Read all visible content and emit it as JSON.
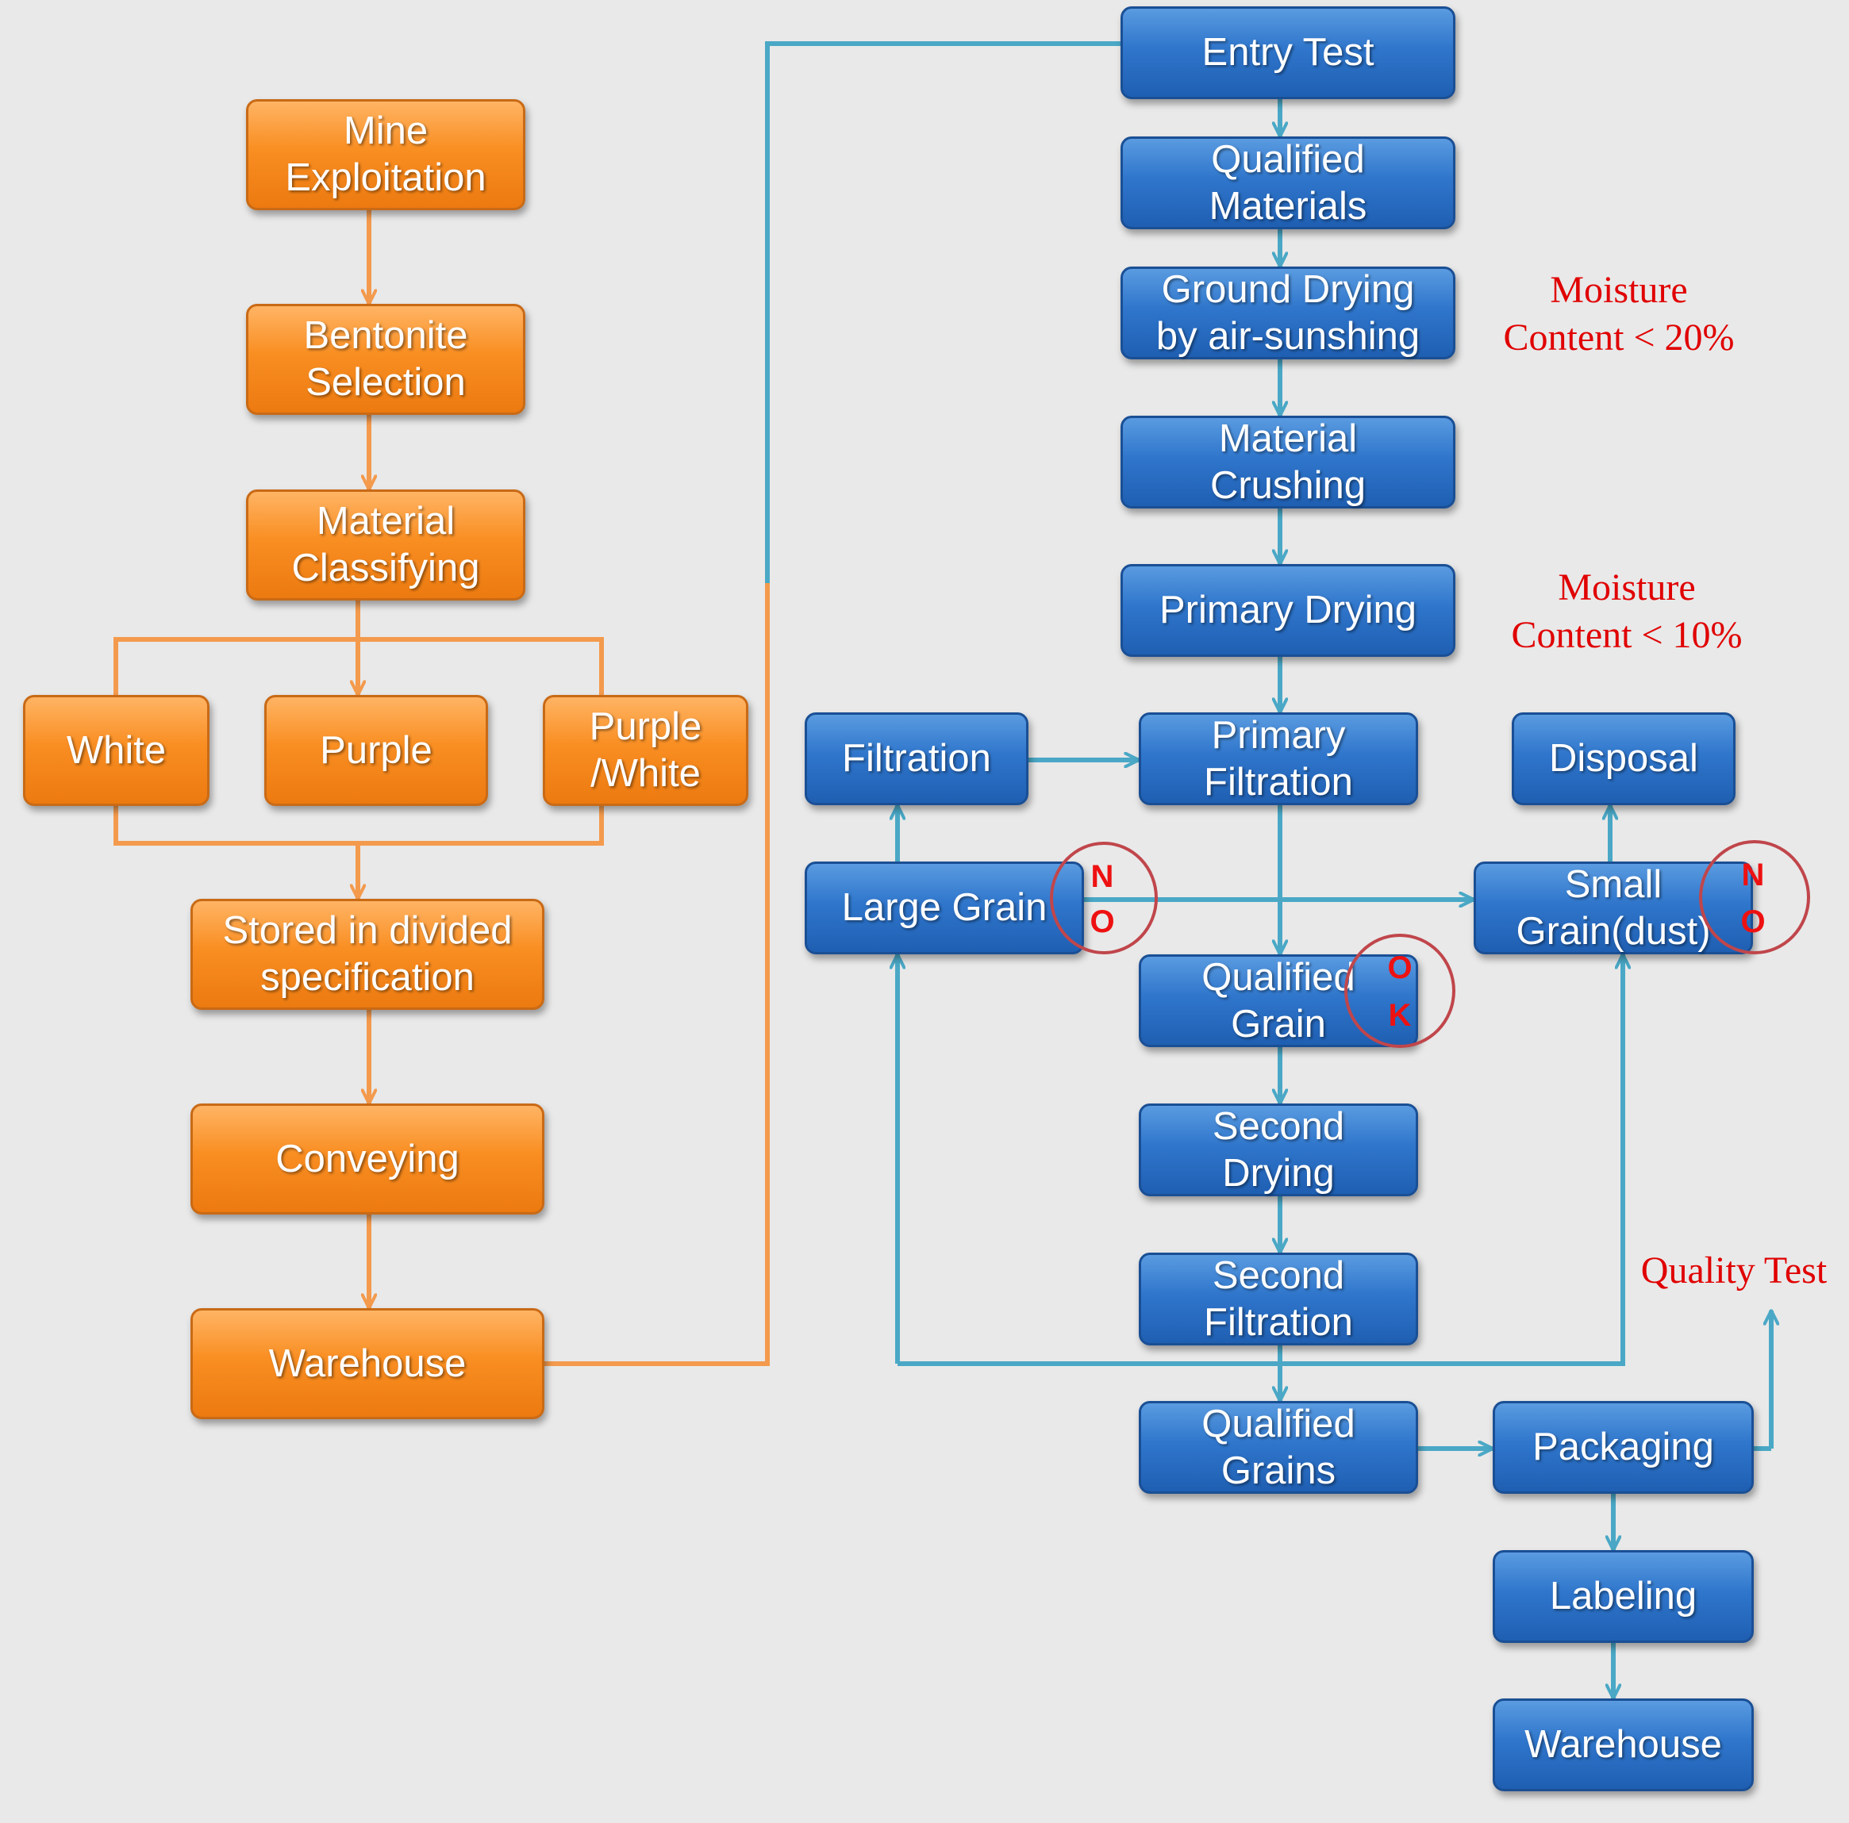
{
  "colors": {
    "orange_fill": "#f98e22",
    "orange_line": "#f49a4d",
    "blue_fill": "#2f76cc",
    "blue_line": "#4aa8c6",
    "annotation_red": "#e00000",
    "ring_red": "#c0464b",
    "background": "#e9e9e9"
  },
  "orange_steps": {
    "mine_exploitation": [
      "Mine",
      "Exploitation"
    ],
    "bentonite_selection": [
      "Bentonite",
      "Selection"
    ],
    "material_classifying": [
      "Material",
      "Classifying"
    ],
    "white": [
      "White"
    ],
    "purple": [
      "Purple"
    ],
    "purple_white": [
      "Purple",
      "/White"
    ],
    "stored_divided": [
      "Stored in divided",
      "specification"
    ],
    "conveying": [
      "Conveying"
    ],
    "warehouse": [
      "Warehouse"
    ]
  },
  "blue_steps": {
    "entry_test": [
      "Entry Test"
    ],
    "qualified_materials": [
      "Qualified",
      "Materials"
    ],
    "ground_drying": [
      "Ground Drying",
      "by air-sunshing"
    ],
    "material_crushing": [
      "Material",
      "Crushing"
    ],
    "primary_drying": [
      "Primary Drying"
    ],
    "filtration": [
      "Filtration"
    ],
    "primary_filtration": [
      "Primary",
      "Filtration"
    ],
    "disposal": [
      "Disposal"
    ],
    "large_grain": [
      "Large Grain"
    ],
    "small_grain": [
      "Small",
      "Grain(dust)"
    ],
    "qualified_grain": [
      "Qualified",
      "Grain"
    ],
    "second_drying": [
      "Second",
      "Drying"
    ],
    "second_filtration": [
      "Second",
      "Filtration"
    ],
    "qualified_grains": [
      "Qualified",
      "Grains"
    ],
    "packaging": [
      "Packaging"
    ],
    "labeling": [
      "Labeling"
    ],
    "warehouse": [
      "Warehouse"
    ]
  },
  "annotations": {
    "moisture_20": [
      "Moisture",
      "Content < 20%"
    ],
    "moisture_10": [
      "Moisture",
      "Content < 10%"
    ],
    "quality_test": [
      "Quality Test"
    ]
  },
  "markers": {
    "large_grain": [
      "N",
      "O"
    ],
    "small_grain": [
      "N",
      "O"
    ],
    "qualified_grain": [
      "O",
      "K"
    ]
  }
}
